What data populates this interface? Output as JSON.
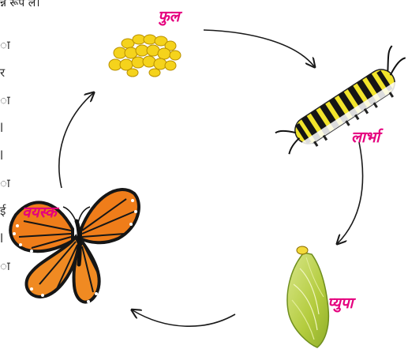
{
  "labels": {
    "egg": "फुल",
    "larva": "लार्भा",
    "pupa": "प्युपा",
    "adult": "वयस्क"
  },
  "top_fragment": "न्न रूप ले।",
  "left_strip_glyphs": [
    "ा",
    "र",
    "ा",
    "l",
    "l",
    "ा",
    "ई",
    "l",
    "ा"
  ],
  "colors": {
    "label": "#e5007e",
    "arrow": "#1a1a1a",
    "egg": "#f5d31c",
    "larva_yellow": "#f2e52b",
    "pupa": "#b7cf3f",
    "butterfly_orange": "#ef7d1a"
  }
}
